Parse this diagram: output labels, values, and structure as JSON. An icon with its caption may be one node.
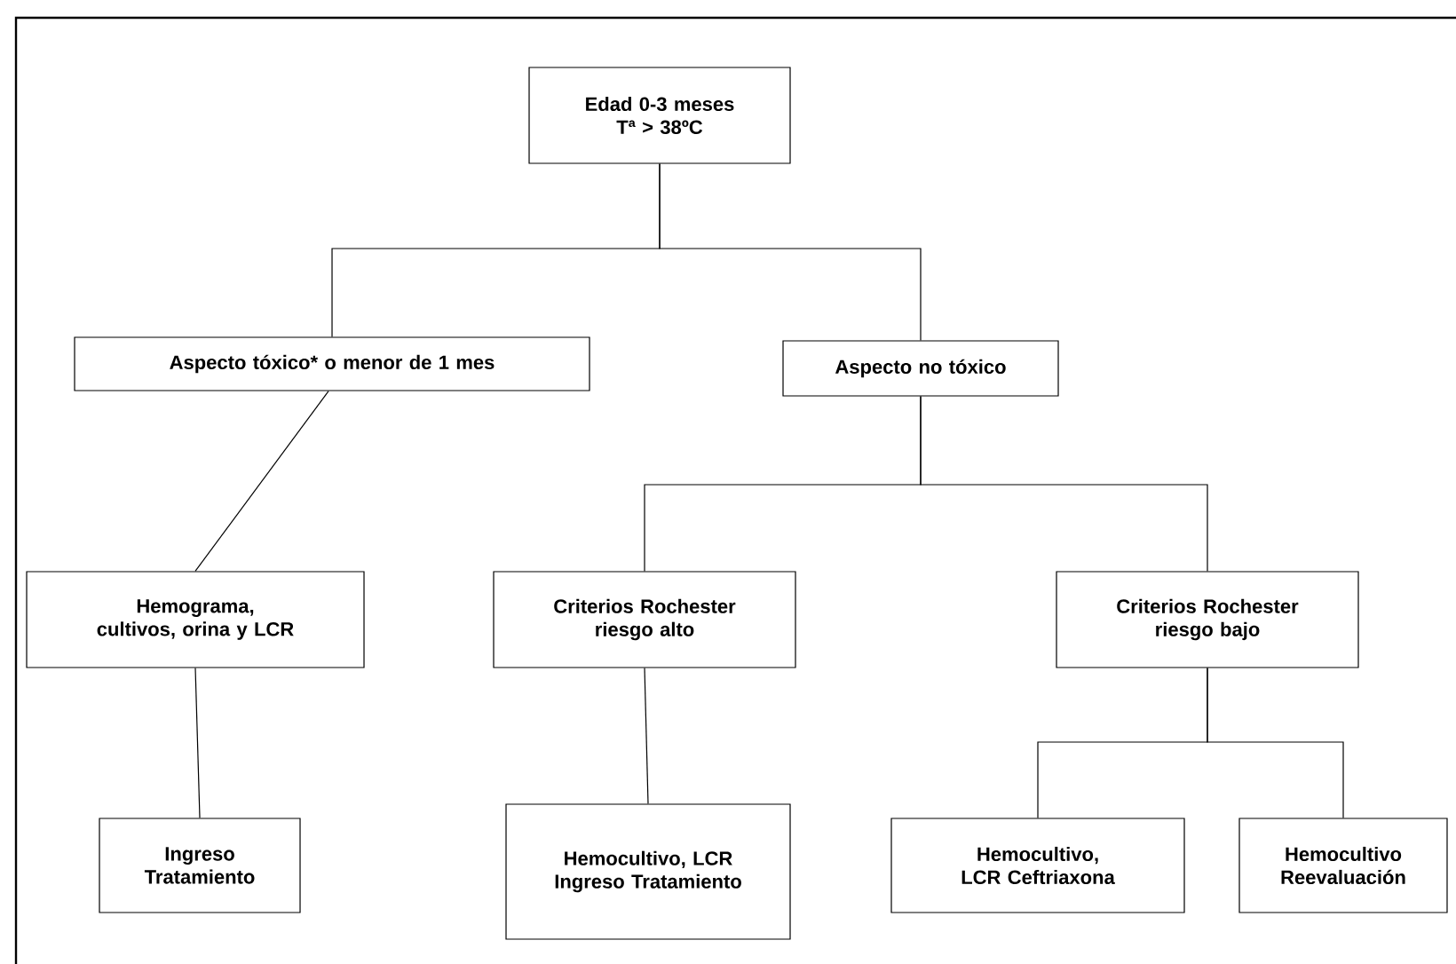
{
  "diagram": {
    "nodes": [
      {
        "text": [
          "Edad 0-3 meses Tª > 38ºC"
        ]
      },
      {
        "text": [
          "Aspecto tóxico* o menor de 1 mes"
        ]
      },
      {
        "text": [
          "Aspecto no tóxico"
        ]
      },
      {
        "text": [
          "Hemograma, cultivos, orina y LCR"
        ]
      },
      {
        "text": [
          "Criterios Rochester riesgo alto"
        ]
      },
      {
        "text": [
          "Criterios Rochester riesgo bajo"
        ]
      },
      {
        "text": [
          "Ingreso Tratamiento"
        ]
      },
      {
        "text": [
          "Hemocultivo, LCR Ingreso Tratamiento"
        ]
      },
      {
        "text": [
          "Hemocultivo, LCR Ceftriaxona"
        ]
      },
      {
        "text": [
          "Hemocultivo Reevaluación"
        ]
      }
    ],
    "edges": [
      {
        "from": 0,
        "to": 1,
        "arrow": "none"
      },
      {
        "from": 0,
        "to": 2,
        "arrow": "none"
      },
      {
        "from": 1,
        "to": 3,
        "arrow": "none"
      },
      {
        "from": 2,
        "to": 4,
        "arrow": "none"
      },
      {
        "from": 2,
        "to": 5,
        "arrow": "none"
      },
      {
        "from": 3,
        "to": 6,
        "arrow": "none"
      },
      {
        "from": 4,
        "to": 7,
        "arrow": "none"
      },
      {
        "from": 5,
        "to": 8,
        "arrow": "none"
      },
      {
        "from": 5,
        "to": 9,
        "arrow": "none"
      }
    ]
  }
}
